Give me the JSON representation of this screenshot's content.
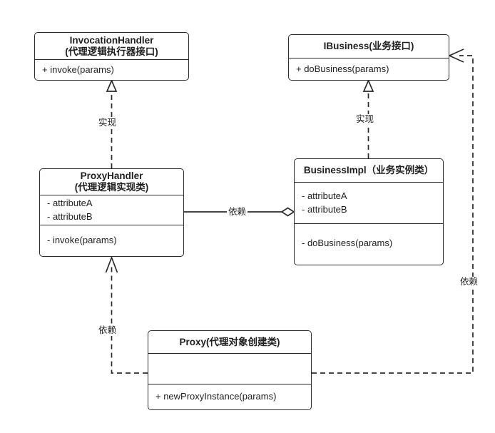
{
  "diagram": {
    "title": "Java Dynamic Proxy UML Class Diagram",
    "stroke_color": "#2b2b2b",
    "text_color": "#1f1f1f",
    "background": "#ffffff",
    "classes": [
      {
        "id": "invocation-handler",
        "name_en": "InvocationHandler",
        "name_cn": "(代理逻辑执行器接口)",
        "attributes": [],
        "methods": [
          "+ invoke(params)"
        ]
      },
      {
        "id": "ibusiness",
        "name_en": "IBusiness(业务接口)",
        "name_cn": "",
        "attributes": [],
        "methods": [
          "+ doBusiness(params)"
        ]
      },
      {
        "id": "proxy-handler",
        "name_en": "ProxyHandler",
        "name_cn": "(代理逻辑实现类)",
        "attributes": [
          "- attributeA",
          "- attributeB"
        ],
        "methods": [
          "- invoke(params)"
        ]
      },
      {
        "id": "business-impl",
        "name_en": "BusinessImpl（业务实例类）",
        "name_cn": "",
        "attributes": [
          "- attributeA",
          "- attributeB"
        ],
        "methods": [
          "- doBusiness(params)"
        ]
      },
      {
        "id": "proxy",
        "name_en": "Proxy(代理对象创建类)",
        "name_cn": "",
        "attributes": [],
        "methods": [
          "+ newProxyInstance(params)"
        ]
      }
    ],
    "edges": [
      {
        "id": "proxyhandler-implements-invocationhandler",
        "from": "proxy-handler",
        "to": "invocation-handler",
        "label": "实现",
        "style": "dashed",
        "arrow": "hollow-triangle"
      },
      {
        "id": "businessimpl-implements-ibusiness",
        "from": "business-impl",
        "to": "ibusiness",
        "label": "实现",
        "style": "dashed",
        "arrow": "hollow-triangle"
      },
      {
        "id": "proxyhandler-aggregates-businessimpl",
        "from": "proxy-handler",
        "to": "business-impl",
        "label": "依赖",
        "style": "solid",
        "arrow": "hollow-diamond"
      },
      {
        "id": "proxy-depends-proxyhandler",
        "from": "proxy",
        "to": "proxy-handler",
        "label": "依赖",
        "style": "dashed",
        "arrow": "open-arrow"
      },
      {
        "id": "proxy-depends-ibusiness",
        "from": "proxy",
        "to": "ibusiness",
        "label": "依赖",
        "style": "dashed",
        "arrow": "open-arrow"
      }
    ]
  }
}
